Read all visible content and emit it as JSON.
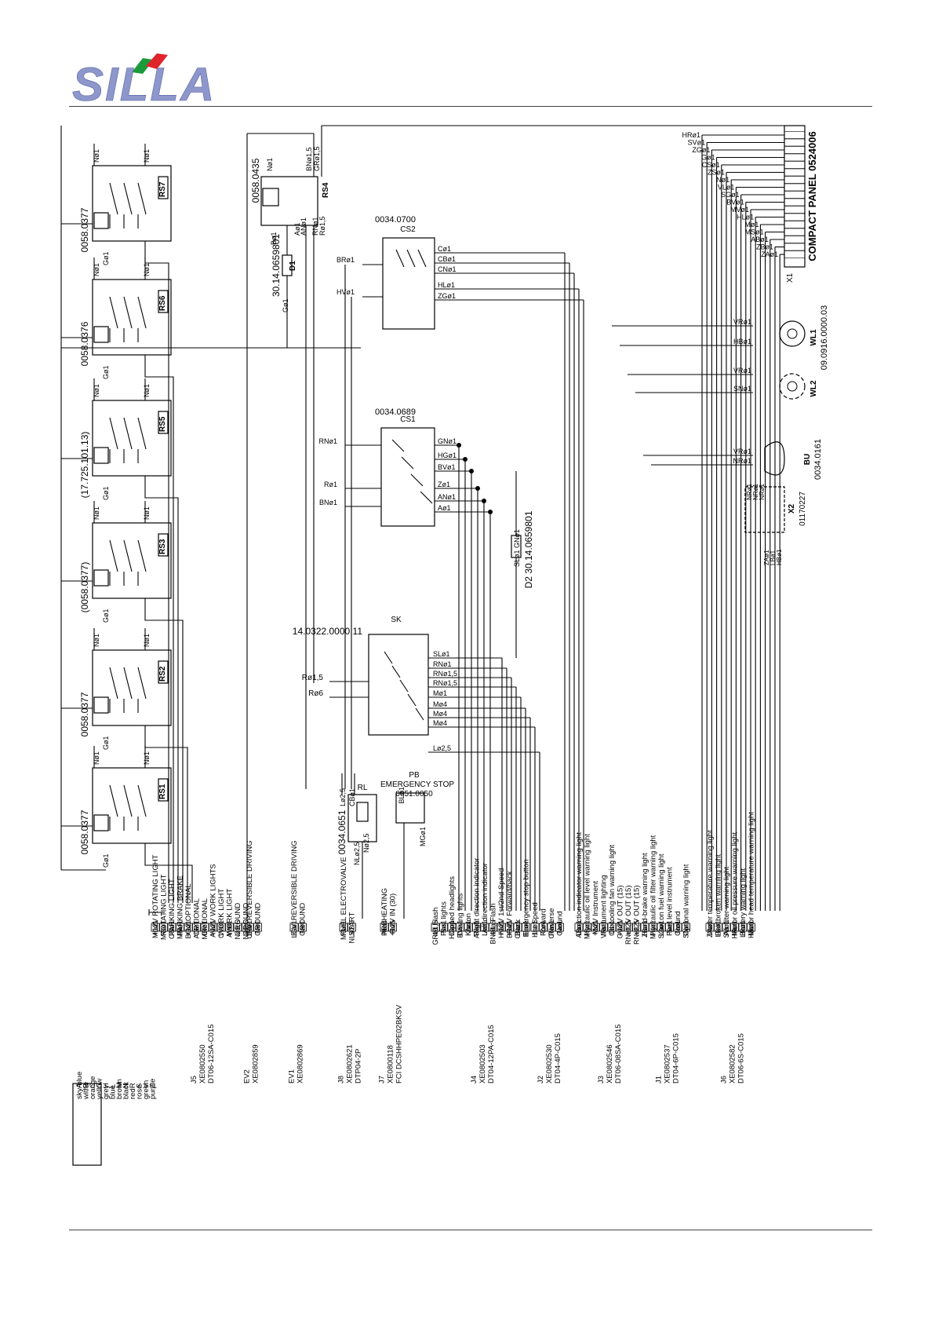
{
  "header": {
    "logo_text": "SILLA"
  },
  "relays": [
    {
      "id": "RS7",
      "part": "0058.0377"
    },
    {
      "id": "RS6",
      "part": "0058.0376"
    },
    {
      "id": "RS5",
      "part": "(17.725.101.13)"
    },
    {
      "id": "RS3",
      "part": "(0058.0377)"
    },
    {
      "id": "RS2",
      "part": "0058.0377"
    },
    {
      "id": "RS1",
      "part": "0058.0377"
    }
  ],
  "components": {
    "rs4": {
      "id": "RS4",
      "part": "0058.0435"
    },
    "d1": {
      "id": "D1",
      "part": "30.14.0659801"
    },
    "cs2": {
      "id": "CS2",
      "part": "0034.0700"
    },
    "cs1": {
      "id": "CS1",
      "part": "0034.0689"
    },
    "d2": {
      "label": "D2 30.14.0659801"
    },
    "sk": {
      "id": "SK",
      "part": "14.0322.0000.11"
    },
    "rl": {
      "id": "RL",
      "part": "0034.0651"
    },
    "pb": {
      "id": "PB",
      "name": "EMERGENCY STOP",
      "part": "0051.0050"
    },
    "panel": {
      "title": "COMPACT PANEL 0524006",
      "conn": "X1"
    },
    "wl1": {
      "id": "WL1",
      "part": "09.0916.0000.03"
    },
    "wl2": {
      "id": "WL2"
    },
    "bu": {
      "id": "BU",
      "part": "0034.0161"
    },
    "x2": {
      "id": "X2",
      "part": "01170227"
    }
  },
  "wire_labels": {
    "panel": [
      "HRø1",
      "SVø1",
      "ZGø1",
      "Gø1",
      "CSø1",
      "ZSø1",
      "Nø1",
      "VLø1",
      "SGø1",
      "BVø1",
      "MVø1",
      "HLø1",
      "Mø1",
      "MSø1",
      "ABø1",
      "ZBø1",
      "ZAø1"
    ],
    "cs2": [
      "Cø1",
      "CBø1",
      "CNø1",
      "HLø1",
      "ZGø1",
      "BRø1",
      "HVø1"
    ],
    "cs1": [
      "GNø1",
      "HGø1",
      "BVø1",
      "Zø1",
      "ANø1",
      "Aø1",
      "RNø1",
      "Rø1",
      "BNø1"
    ],
    "sk": [
      "SLø1",
      "RNø1",
      "RNø1,5",
      "RNø1,5",
      "Mø1",
      "Mø4",
      "Mø4",
      "Mø4",
      "Lø2,5",
      "Rø1,5",
      "Rø6"
    ],
    "rs4": [
      "GRø1,5",
      "BNø1,5",
      "Nø1",
      "Bø1",
      "Aø1",
      "ANø1",
      "RNø1",
      "Rø1,5",
      "Gø1"
    ],
    "lamps": [
      "VRø1",
      "HBø1",
      "VRø1",
      "SNø1",
      "VRø1",
      "NRø1"
    ],
    "x2": [
      "NRø1",
      "NRø1",
      "NRø1",
      "ZAø1",
      "LBø1",
      "HBø1"
    ],
    "d2": [
      "GNø1",
      "SLø1"
    ],
    "rl": [
      "CBø1",
      "Lø2,5",
      "Nø2,5",
      "NLø2,5"
    ],
    "pb": [
      "BLø1",
      "MGø1"
    ]
  },
  "connectors": [
    {
      "id": "J6",
      "part": "XE0802582",
      "type": "DT06-6S-C015",
      "pins": [
        {
          "wire": "ZAø1",
          "n": "1",
          "desc": "Water temperature warning light"
        },
        {
          "wire": "LBø1",
          "n": "2",
          "desc": "Belt broken warning light"
        },
        {
          "wire": "SVø1",
          "n": "3",
          "desc": "Air filter warning light"
        },
        {
          "wire": "HRø1",
          "n": "4",
          "desc": "Motor oil pressure warning light"
        },
        {
          "wire": "LRø1",
          "n": "5",
          "desc": "Battery warning light"
        },
        {
          "wire": "HBø1",
          "n": "6",
          "desc": "Motor head temperature warning light"
        }
      ]
    },
    {
      "id": "J1",
      "part": "XE0802537",
      "type": "DT04-6P-C015",
      "pins": [
        {
          "wire": "ZBø1",
          "n": "1",
          "desc": "Hand-brake warning light"
        },
        {
          "wire": "MVø1",
          "n": "2",
          "desc": "Hydraulic oil filter warning light"
        },
        {
          "wire": "SGø1",
          "n": "3",
          "desc": "Low on fuel warning light"
        },
        {
          "wire": "Sø1",
          "n": "4",
          "desc": "Fuel level instrument"
        },
        {
          "wire": "Nø1",
          "n": "5",
          "desc": "Ground"
        },
        {
          "wire": "SNø1",
          "n": "6",
          "desc": "Optional warning light"
        }
      ]
    },
    {
      "id": "J3",
      "part": "XE0802546",
      "type": "DT06-08SA-C015",
      "pins": [
        {
          "wire": "ABø1",
          "n": "1",
          "desc": "Direction indicator warning light"
        },
        {
          "wire": "MSø1",
          "n": "2",
          "desc": "Hydraulic oil level warning light"
        },
        {
          "wire": "Mø1",
          "n": "3",
          "desc": "+12V Instrument"
        },
        {
          "wire": "VRø1",
          "n": "4",
          "desc": "Instrument lighting"
        },
        {
          "wire": "Gø1",
          "n": "5",
          "desc": "Oil cooling fan warning light"
        },
        {
          "wire": "GVø1",
          "n": "6",
          "desc": "+12V OUT (15)"
        },
        {
          "wire": "RNø1,5",
          "n": "7",
          "desc": "+12V OUT (15)"
        },
        {
          "wire": "RNø1,5",
          "n": "8",
          "desc": "+12V OUT (15)"
        }
      ]
    },
    {
      "id": "J2",
      "part": "XE0802530",
      "type": "DT04-4P-C015",
      "pins": [
        {
          "wire": "HLø1",
          "n": "1",
          "desc": "1st Speed"
        },
        {
          "wire": "Cø1",
          "n": "2",
          "desc": "Forward"
        },
        {
          "wire": "CNø1",
          "n": "3",
          "desc": "Reverse"
        },
        {
          "wire": "Nø1",
          "n": "4",
          "desc": "Ground"
        }
      ]
    },
    {
      "id": "J4",
      "part": "XE0802503",
      "type": "DT04-12PA-C015",
      "pins": [
        {
          "wire": "GRø1,5",
          "n": "1",
          "desc": "49 Flash"
        },
        {
          "wire": "Sø1",
          "n": "2",
          "desc": "Pos. lights"
        },
        {
          "wire": "HGø1",
          "n": "3",
          "desc": "Dipped headlights"
        },
        {
          "wire": "BVø1",
          "n": "4",
          "desc": "Driving lights"
        },
        {
          "wire": "Zø1",
          "n": "5",
          "desc": "Klaxon"
        },
        {
          "wire": "ANø1",
          "n": "6",
          "desc": "Right direction indicator"
        },
        {
          "wire": "Aø1",
          "n": "7",
          "desc": "Left direction indicator"
        },
        {
          "wire": "BNø1,5",
          "n": "8",
          "desc": "49a Flash"
        },
        {
          "wire": "HVø1",
          "n": "9",
          "desc": "+12V 1st/2nd Speed"
        },
        {
          "wire": "BRø1",
          "n": "10",
          "desc": "+12V Forward/back"
        },
        {
          "wire": "CNø1",
          "n": "11",
          "desc": "Back"
        },
        {
          "wire": "BLø1",
          "n": "12",
          "desc": "Emergency stop button"
        }
      ]
    },
    {
      "id": "J7",
      "part": "XE0800118",
      "type": "FCI DCSHHPE02BKSV",
      "pins": [
        {
          "wire": "Mø4",
          "n": "1",
          "desc": "PREHEATING"
        },
        {
          "wire": "Rø6",
          "n": "2",
          "desc": "+12V IN (30)"
        }
      ]
    },
    {
      "id": "J8",
      "part": "XE0802621",
      "type": "DTP04-2P",
      "pins": [
        {
          "wire": "MGø1",
          "n": "1",
          "desc": "FUEL ELECTROVALVE"
        },
        {
          "wire": "NLø2,5",
          "n": "2",
          "desc": "START"
        }
      ]
    },
    {
      "id": "EV1",
      "part": "XE0802869",
      "type": "",
      "pins": [
        {
          "wire": "LGø1",
          "n": "1",
          "desc": "E.V. REVERSIBLE DRIVING"
        },
        {
          "wire": "Nø1",
          "n": "2",
          "desc": "GROUND"
        }
      ]
    },
    {
      "id": "EV2",
      "part": "XE0802859",
      "type": "",
      "pins": [
        {
          "wire": "CRø1",
          "n": "1",
          "desc": "E.V. REVERSIBLE DRIVING"
        },
        {
          "wire": "Nø1",
          "n": "2",
          "desc": "GROUND"
        }
      ]
    },
    {
      "id": "J5",
      "part": "XE0802550",
      "type": "DT06-12SA-C015",
      "pins": [
        {
          "wire": "MLø1",
          "n": "1",
          "desc": "+12V ROTATING LIGHT"
        },
        {
          "wire": "MGø1",
          "n": "2",
          "desc": "ROTATING LIGHT"
        },
        {
          "wire": "CGø1",
          "n": "3",
          "desc": "PARKING LIGHT"
        },
        {
          "wire": "MBø1",
          "n": "4",
          "desc": "PARKING BRAKE"
        },
        {
          "wire": "BGø1",
          "n": "5",
          "desc": "+12 OPTIONAL"
        },
        {
          "wire": "AGø1",
          "n": "6",
          "desc": "OPTIONAL"
        },
        {
          "wire": "MRø1",
          "n": "7",
          "desc": "OPTIONAL"
        },
        {
          "wire": "AVø1",
          "n": "8",
          "desc": "+12V WORK LIGHTS"
        },
        {
          "wire": "CVø1",
          "n": "9",
          "desc": "WORK LIGHT"
        },
        {
          "wire": "AVø1",
          "n": "10",
          "desc": "WORK LIGHT"
        },
        {
          "wire": "Nø1,5",
          "n": "11",
          "desc": "GROUND"
        },
        {
          "wire": "Nø1,5",
          "n": "12",
          "desc": "GROUND"
        }
      ]
    }
  ],
  "legend": [
    {
      "code": "A",
      "color": "sky-blue"
    },
    {
      "code": "B",
      "color": "withe"
    },
    {
      "code": "C",
      "color": "orange"
    },
    {
      "code": "G",
      "color": "yellow"
    },
    {
      "code": "H",
      "color": "grey"
    },
    {
      "code": "L",
      "color": "blue"
    },
    {
      "code": "M",
      "color": "brown"
    },
    {
      "code": "N",
      "color": "black"
    },
    {
      "code": "R",
      "color": "red"
    },
    {
      "code": "S",
      "color": "rose"
    },
    {
      "code": "V",
      "color": "green"
    },
    {
      "code": "Z",
      "color": "purple"
    }
  ],
  "colors": {
    "ink": "#000000",
    "logo_blue": "#8d97cc",
    "flag_green": "#1b9b3a",
    "flag_red": "#e0242b"
  }
}
